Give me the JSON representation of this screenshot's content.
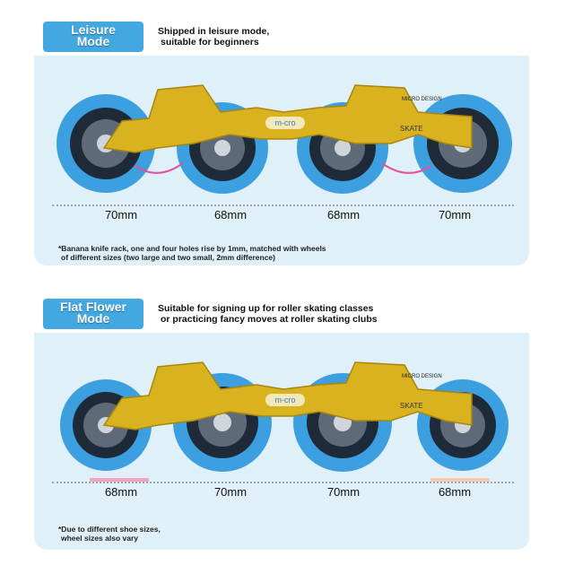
{
  "colors": {
    "panel_bg": "#dff0f8",
    "tab_bg": "#43a7e0",
    "frame_gold": "#d9b21f",
    "wheel_blue": "#3c9fe0",
    "pink_marker": "#f5a3c0",
    "peach_marker": "#f6c8ae"
  },
  "leisure": {
    "tab_line1": "Leisure",
    "tab_line2": "Mode",
    "desc_line1": "Shipped in leisure mode,",
    "desc_line2": "suitable for beginners",
    "sizes": [
      "70mm",
      "68mm",
      "68mm",
      "70mm"
    ],
    "note_line1": "*Banana knife rack, one and four holes rise by 1mm, matched with wheels",
    "note_line2": "of different sizes (two large and two small, 2mm difference)"
  },
  "flat": {
    "tab_line1": "Flat Flower",
    "tab_line2": "Mode",
    "desc_line1": "Suitable for signing up for roller skating classes",
    "desc_line2": "or practicing fancy moves at roller skating clubs",
    "sizes": [
      "68mm",
      "70mm",
      "70mm",
      "68mm"
    ],
    "note_line1": "*Due to different shoe sizes,",
    "note_line2": "wheel sizes also vary"
  },
  "frame": {
    "brand": "m-cro",
    "design_text": "MICRO DESIGN",
    "model_text": "SKATE"
  },
  "icons": [
    "pink-arrow-icon"
  ]
}
